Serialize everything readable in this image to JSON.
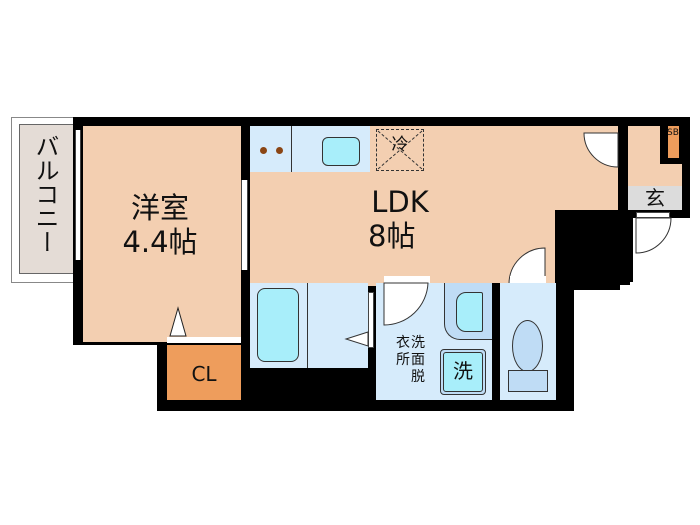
{
  "rooms": {
    "western_room": {
      "name": "洋室",
      "size": "4.4帖"
    },
    "ldk": {
      "name": "LDK",
      "size": "8帖"
    },
    "balcony": {
      "name": "バルコニー"
    },
    "closet": {
      "name": "CL"
    },
    "entrance": {
      "name": "玄"
    },
    "shoe_box": {
      "name": "SB"
    },
    "washroom": {
      "name_lines": [
        "衣洗",
        "所面",
        "　脱"
      ]
    },
    "washer": {
      "name": "洗"
    },
    "fridge": {
      "name": "冷"
    }
  },
  "colors": {
    "wall": "#000000",
    "room_floor": "#f3cfb1",
    "closet": "#ee9d5c",
    "wet_area": "#d6ebfb",
    "fixture": "#a8eefa",
    "entrance": "#dcdcdc",
    "balcony": "#e4dcd6"
  }
}
